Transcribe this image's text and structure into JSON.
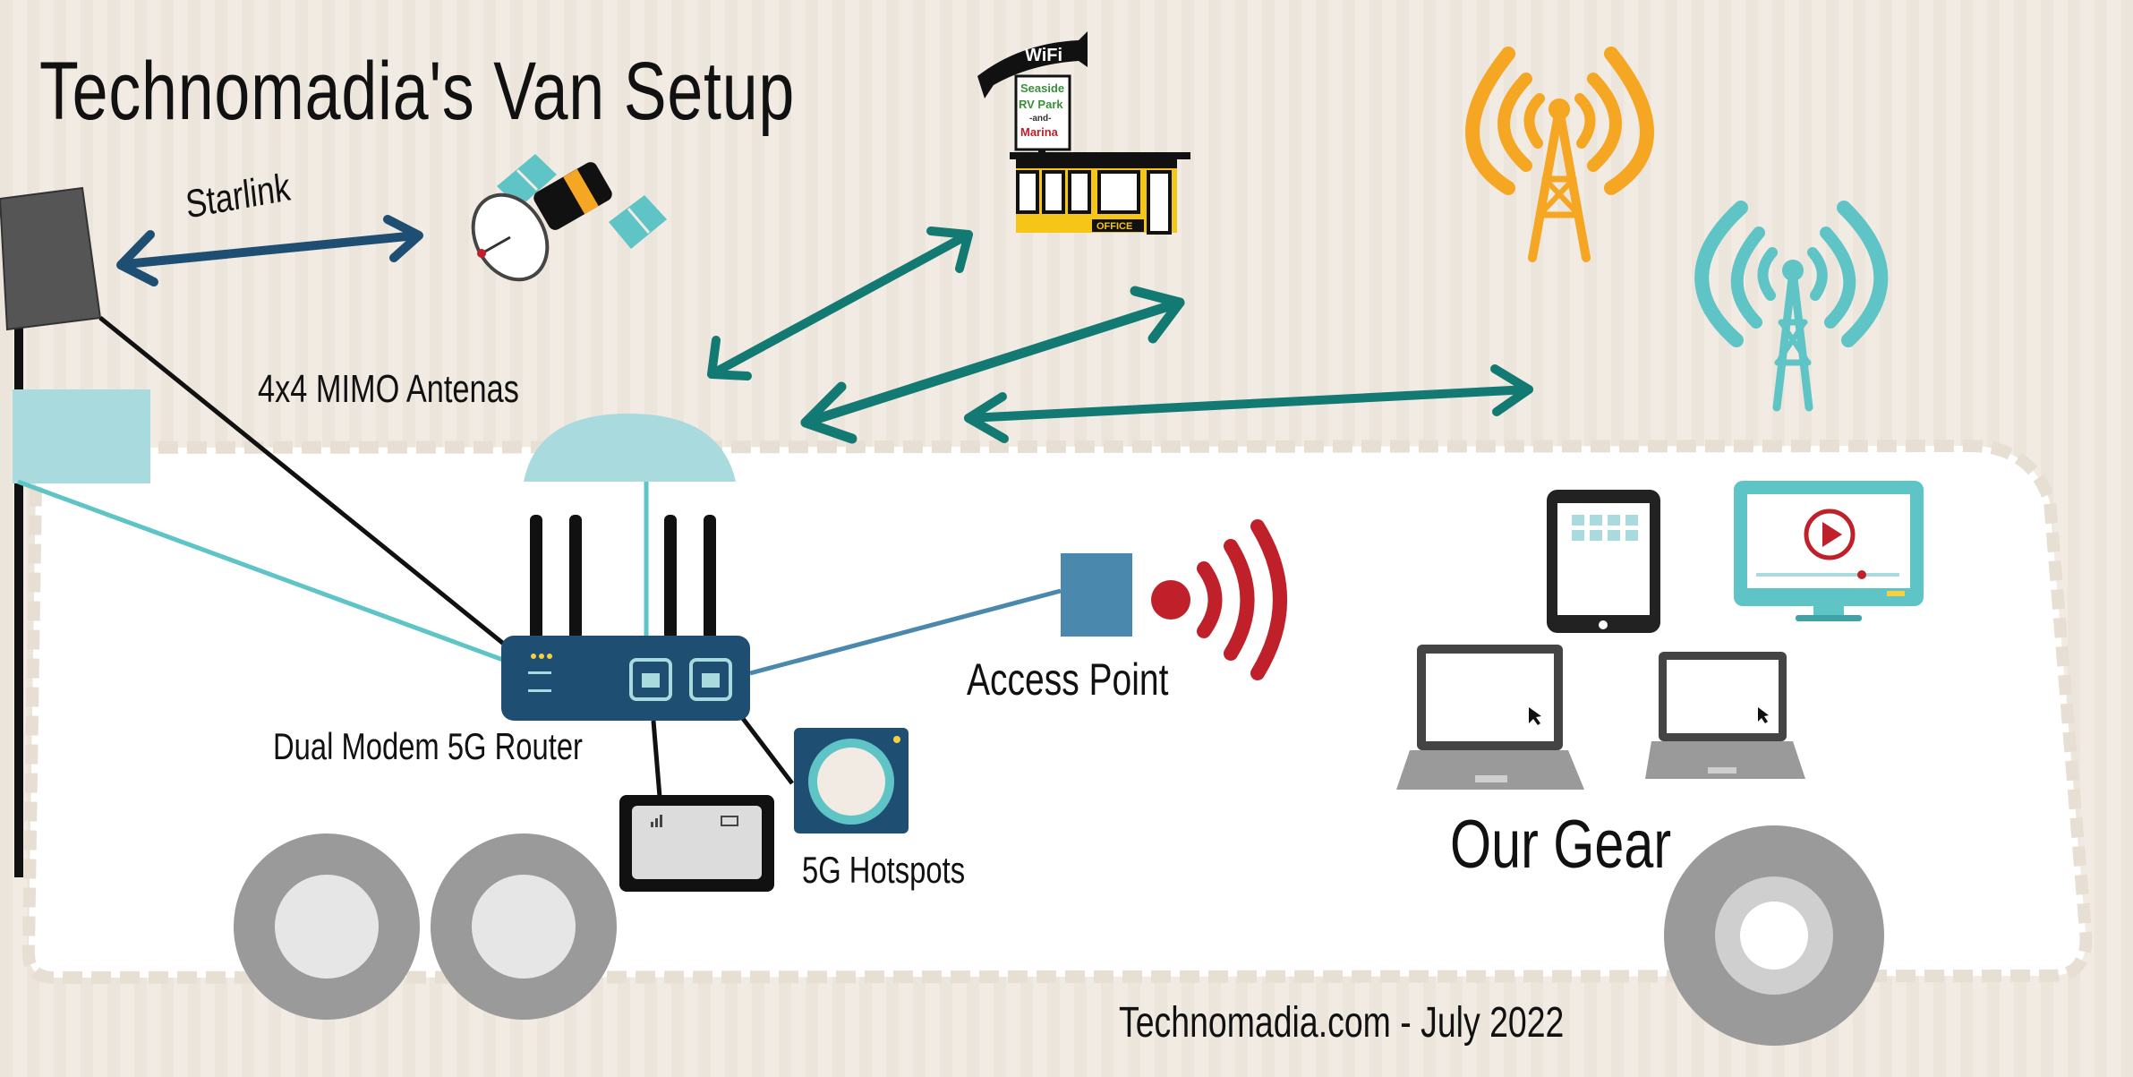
{
  "title": "Technomadia's Van Setup",
  "labels": {
    "starlink": "Starlink",
    "mimo_antennas": "4x4 MIMO Antenas",
    "router": "Dual Modem 5G Router",
    "access_point": "Access Point",
    "hotspots": "5G Hotspots",
    "our_gear": "Our Gear"
  },
  "wifi_sign": {
    "wifi": "WiFi",
    "line1": "Seaside",
    "line2": "RV Park",
    "line3": "-and-",
    "line4": "Marina",
    "office": "OFFICE"
  },
  "footer": "Technomadia.com - July 2022",
  "colors": {
    "background": "#f2ebe3",
    "van_body": "#ffffff",
    "navy": "#1e4f72",
    "teal_arrow": "#127a72",
    "light_teal": "#a8dade",
    "tower_orange": "#f5a623",
    "tower_teal": "#5fc4c6",
    "wifi_red": "#c0202a",
    "access_point_blue": "#4a88ad",
    "wheel_gray": "#9a9a9a"
  },
  "icons": [
    "satellite-icon",
    "starlink-dish-icon",
    "cell-tower-orange-icon",
    "cell-tower-teal-icon",
    "rv-park-office-icon",
    "router-icon",
    "access-point-icon",
    "wifi-signal-icon",
    "tablet-icon",
    "monitor-icon",
    "laptop-icon",
    "mobile-hotspot-icon"
  ]
}
